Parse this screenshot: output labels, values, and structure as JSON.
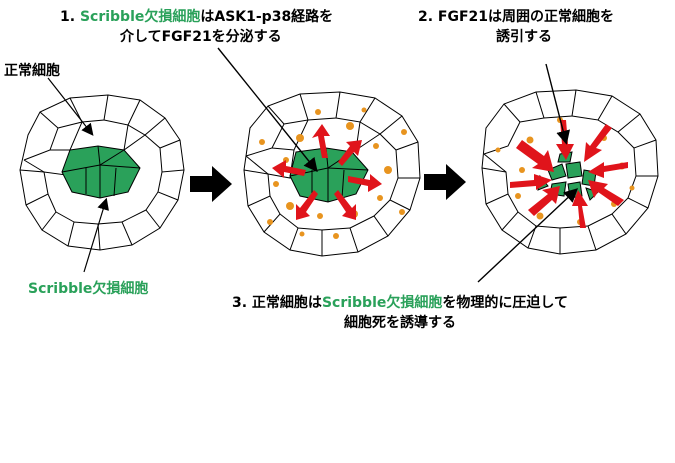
{
  "captions": {
    "step1_line1_num": "1. ",
    "step1_line1_green": "Scribble欠損細胞",
    "step1_line1_rest": "はASK1-p38経路を",
    "step1_line2": "介してFGF21を分泌する",
    "step2_line1": "2. FGF21は周囲の正常細胞を",
    "step2_line2": "誘引する",
    "step3_line1_num": "3. 正常細胞は",
    "step3_line1_green": "Scribble欠損細胞",
    "step3_line1_rest": "を物理的に圧迫して",
    "step3_line2": "細胞死を誘導する"
  },
  "labels": {
    "normal_cell": "正常細胞",
    "scribble_cell": "Scribble欠損細胞"
  },
  "colors": {
    "mutant_green": "#2aa15a",
    "arrow_red": "#e0141b",
    "dot_orange": "#e8941f",
    "line": "#000000"
  }
}
